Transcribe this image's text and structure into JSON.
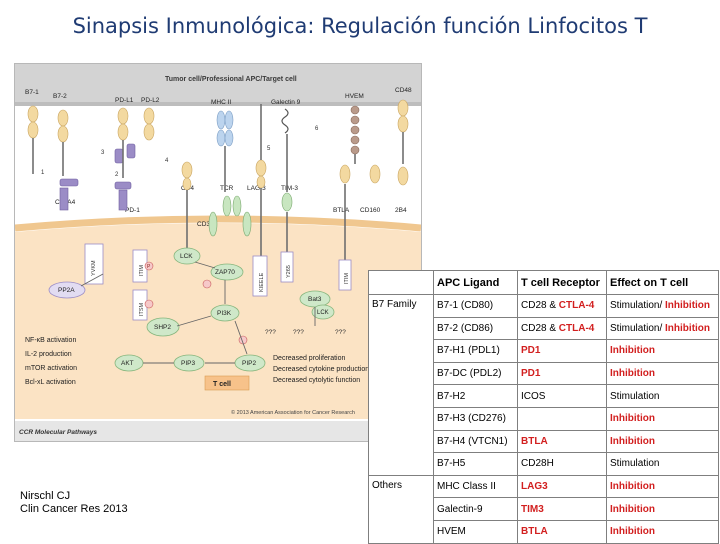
{
  "slide": {
    "title": "Sinapsis Inmunológica: Regulación función Linfocitos T",
    "citation_line1": "Nirschl CJ",
    "citation_line2": "Clin Cancer Res 2013"
  },
  "colors": {
    "title": "#1f3b73",
    "highlight_red": "#d21f1f",
    "apc_band": "#d3d3d3",
    "tcell_band": "#fbe3c4",
    "membrane": "#f0c78f",
    "receptor": "#9b8cc6",
    "node_green": "#cfe8c9"
  },
  "figure": {
    "top_cell_label": "Tumor cell/Professional APC/Target cell",
    "bottom_cell_label": "T cell",
    "footer_label": "CCR Molecular Pathways",
    "copyright": "© 2013 American Association for Cancer Research",
    "ligands": {
      "b71": "B7-1",
      "b72": "B7-2",
      "pdl1": "PD-L1",
      "pdl2": "PD-L2",
      "mhc": "MHC II",
      "galectin": "Galectin 9",
      "hvem": "HVEM",
      "cd48": "CD48"
    },
    "receptors": {
      "ctla4": "CTLA4",
      "pd1": "PD-1",
      "cd4": "CD4",
      "tcr": "TCR",
      "lag3": "LAG-3",
      "tim3": "TIM-3",
      "btla": "BTLA",
      "cd160": "CD160",
      "b24": "2B4",
      "cd3": "CD3"
    },
    "numbers": [
      "1",
      "2",
      "3",
      "4",
      "5",
      "6"
    ],
    "nodes": {
      "lck": "LCK",
      "zap70": "ZAP70",
      "pp2a": "PP2A",
      "pi3k": "PI3K",
      "shp2": "SHP2",
      "akt": "AKT",
      "pip3": "PIP3",
      "pip2": "PIP2",
      "bat3": "Bat3",
      "lck2": "LCK",
      "p": "P",
      "qqq": "???"
    },
    "motifs": {
      "yvkm": "YVKM",
      "itim": "ITIM",
      "itsm": "ITSM",
      "kieele": "KIEELE",
      "y265": "Y265",
      "itim2": "ITIM"
    },
    "effects": [
      "NF-κB activation",
      "IL-2 production",
      "mTOR activation",
      "Bcl-xL activation"
    ],
    "outcomes": [
      "Decreased proliferation",
      "Decreased cytokine production",
      "Decreased cytolytic function"
    ]
  },
  "table": {
    "headers": [
      "APC Ligand",
      "T cell Receptor",
      "Effect on T cell"
    ],
    "groups": [
      {
        "name": "B7 Family",
        "rows": [
          {
            "ligand": "B7-1 (CD80)",
            "receptor_a": "CD28 & ",
            "receptor_b": "CTLA-4",
            "effect_a": "Stimulation/ ",
            "effect_b": "Inhibition"
          },
          {
            "ligand": "B7-2 (CD86)",
            "receptor_a": "CD28 & ",
            "receptor_b": "CTLA-4",
            "effect_a": "Stimulation/ ",
            "effect_b": "Inhibition"
          },
          {
            "ligand": "B7-H1 (PDL1)",
            "receptor_a": "",
            "receptor_b": "PD1",
            "effect_a": "",
            "effect_b": "Inhibition"
          },
          {
            "ligand": "B7-DC (PDL2)",
            "receptor_a": "",
            "receptor_b": "PD1",
            "effect_a": "",
            "effect_b": "Inhibition"
          },
          {
            "ligand": "B7-H2",
            "receptor_a": "ICOS",
            "receptor_b": "",
            "effect_a": "Stimulation",
            "effect_b": ""
          },
          {
            "ligand": "B7-H3 (CD276)",
            "receptor_a": "",
            "receptor_b": "",
            "effect_a": "",
            "effect_b": "Inhibition"
          },
          {
            "ligand": "B7-H4 (VTCN1)",
            "receptor_a": "",
            "receptor_b": "BTLA",
            "effect_a": "",
            "effect_b": "Inhibition"
          },
          {
            "ligand": "B7-H5",
            "receptor_a": "CD28H",
            "receptor_b": "",
            "effect_a": "Stimulation",
            "effect_b": ""
          }
        ]
      },
      {
        "name": "Others",
        "rows": [
          {
            "ligand": "MHC Class II",
            "receptor_a": "",
            "receptor_b": "LAG3",
            "effect_a": "",
            "effect_b": "Inhibition"
          },
          {
            "ligand": "Galectin-9",
            "receptor_a": "",
            "receptor_b": "TIM3",
            "effect_a": "",
            "effect_b": "Inhibition"
          },
          {
            "ligand": "HVEM",
            "receptor_a": "",
            "receptor_b": "BTLA",
            "effect_a": "",
            "effect_b": "Inhibition"
          }
        ]
      }
    ]
  }
}
